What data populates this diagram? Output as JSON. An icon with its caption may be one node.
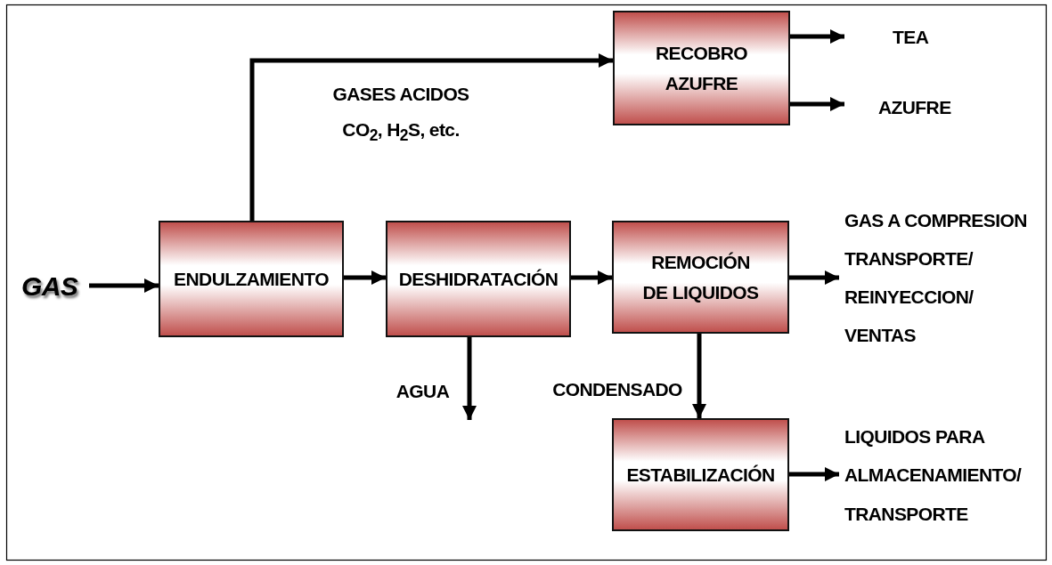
{
  "diagram": {
    "nodes": [
      {
        "text": [
          "GAS"
        ]
      },
      {
        "text": [
          "ENDULZAMIENTO"
        ]
      },
      {
        "text": [
          "DESHIDRATACIÓN"
        ]
      },
      {
        "text": [
          "REMOCIÓN DE LIQUIDOS"
        ]
      },
      {
        "text": [
          "ESTABILIZACIÓN"
        ]
      },
      {
        "text": [
          "RECOBRO AZUFRE"
        ]
      },
      {
        "text": [
          "TEA"
        ]
      },
      {
        "text": [
          "AZUFRE"
        ]
      },
      {
        "text": [
          "GAS A COMPRESION TRANSPORTE/ REINYECCION/ VENTAS"
        ]
      },
      {
        "text": [
          "LIQUIDOS PARA ALMACENAMIENTO/ TRANSPORTE"
        ]
      }
    ],
    "edges": [
      {
        "from": 0,
        "to": 1,
        "arrow": "to"
      },
      {
        "from": 1,
        "to": 2,
        "arrow": "to"
      },
      {
        "from": 2,
        "to": 3,
        "arrow": "to"
      },
      {
        "from": 1,
        "to": 5,
        "arrow": "to",
        "label": "GASES ACIDOS CO$_{2}$,  H$_{2}$S, etc."
      },
      {
        "from": 5,
        "to": 6,
        "arrow": "to"
      },
      {
        "from": 5,
        "to": 7,
        "arrow": "to"
      },
      {
        "from": 3,
        "to": 8,
        "arrow": "to"
      },
      {
        "from": 2,
        "to": null,
        "arrow": "to",
        "label": "AGUA"
      },
      {
        "from": 3,
        "to": 4,
        "arrow": "to",
        "label": "CONDENSADO"
      },
      {
        "from": 4,
        "to": 9,
        "arrow": "to"
      }
    ]
  }
}
